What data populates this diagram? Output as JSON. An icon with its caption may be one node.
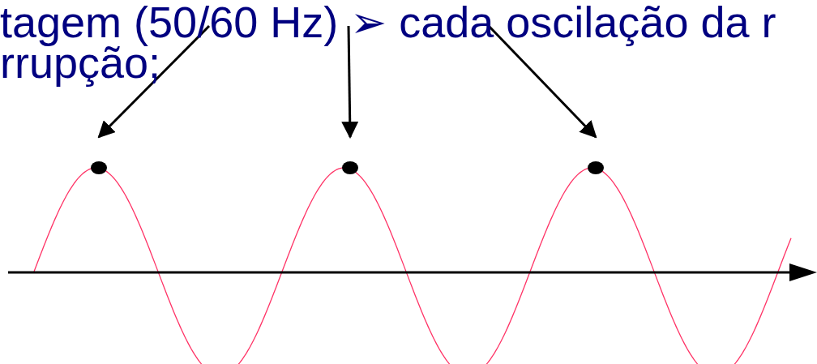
{
  "diagram": {
    "nodes": [
      {
        "text": [
          "tagem (50/60 Hz) ➢ cada oscilação da r",
          "rrupção;"
        ]
      },
      {
        "text": [],
        "shape": "circle"
      },
      {
        "text": [],
        "shape": "circle"
      },
      {
        "text": [],
        "shape": "circle"
      }
    ],
    "edges": [
      {
        "from": 0,
        "to": 1,
        "arrow": "to"
      },
      {
        "from": 0,
        "to": 2,
        "arrow": "to"
      },
      {
        "from": 0,
        "to": 3,
        "arrow": "to"
      }
    ]
  }
}
